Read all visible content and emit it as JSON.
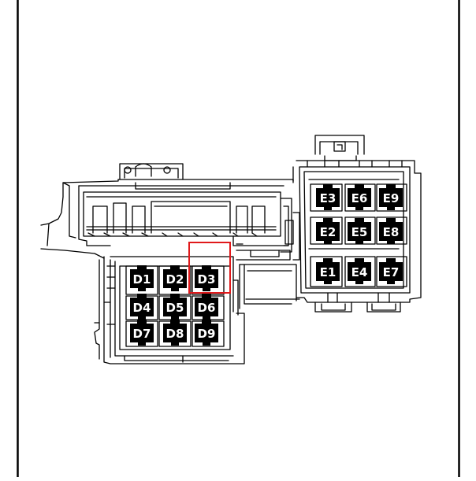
{
  "diagram": {
    "left_block": {
      "connectors": [
        {
          "id": "D1",
          "label": "D1"
        },
        {
          "id": "D2",
          "label": "D2"
        },
        {
          "id": "D3",
          "label": "D3"
        },
        {
          "id": "D4",
          "label": "D4"
        },
        {
          "id": "D5",
          "label": "D5"
        },
        {
          "id": "D6",
          "label": "D6"
        },
        {
          "id": "D7",
          "label": "D7"
        },
        {
          "id": "D8",
          "label": "D8"
        },
        {
          "id": "D9",
          "label": "D9"
        }
      ]
    },
    "right_block": {
      "connectors": [
        {
          "id": "E3",
          "label": "E3"
        },
        {
          "id": "E6",
          "label": "E6"
        },
        {
          "id": "E9",
          "label": "E9"
        },
        {
          "id": "E2",
          "label": "E2"
        },
        {
          "id": "E5",
          "label": "E5"
        },
        {
          "id": "E8",
          "label": "E8"
        },
        {
          "id": "E1",
          "label": "E1"
        },
        {
          "id": "E4",
          "label": "E4"
        },
        {
          "id": "E7",
          "label": "E7"
        }
      ]
    },
    "highlighted": "D3",
    "colors": {
      "line": "#000000",
      "highlight": "#e0191b",
      "connector_fill": "#000000",
      "connector_text": "#ffffff",
      "background": "#ffffff"
    }
  }
}
